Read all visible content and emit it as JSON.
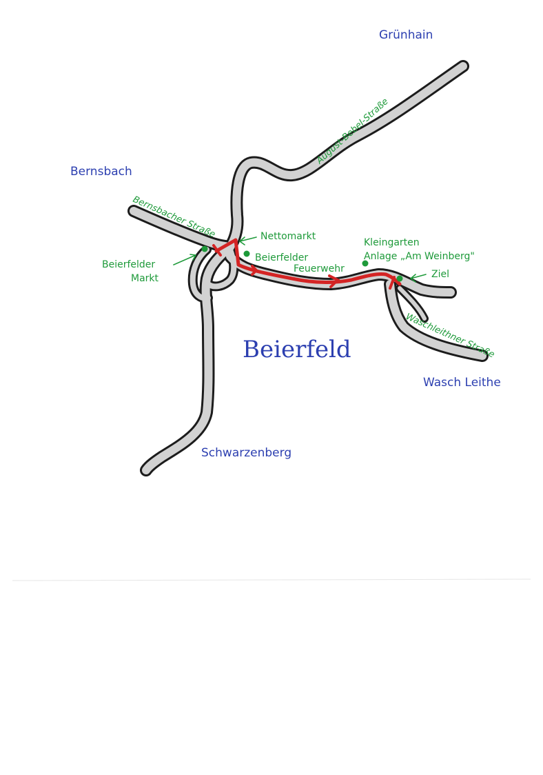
{
  "places": {
    "gruenhain": "Grünhain",
    "bernsbach": "Bernsbach",
    "beierfeld": "Beierfeld",
    "waschleithe": "Wasch Leithe",
    "schwarzenberg": "Schwarzenberg"
  },
  "streets": {
    "august_bebel": "August-Bebel-Straße",
    "bernsbacher": "Bernsbacher Straße",
    "waschleithner": "Waschleithner Straße"
  },
  "pois": {
    "nettomarkt": "Nettomarkt",
    "feuerwehr_line1": "Beierfelder",
    "feuerwehr_line2": "Feuerwehr",
    "markt_line1": "Beierfelder",
    "markt_line2": "Markt",
    "kleingarten_line1": "Kleingarten",
    "kleingarten_line2": "Anlage „Am Weinberg\"",
    "ziel": "Ziel"
  },
  "colors": {
    "place_labels": "#2c3fb0",
    "street_and_poi_labels": "#1e9a3a",
    "route": "#d42424",
    "road_fill": "#d2d2d2",
    "road_outline": "#1c1c1c"
  }
}
